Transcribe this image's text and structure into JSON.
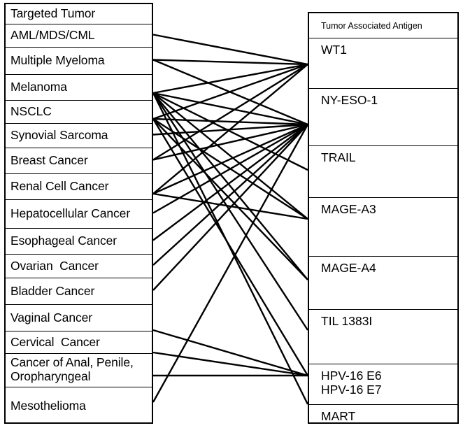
{
  "diagram": {
    "type": "bipartite-mapping",
    "title_left": "Targeted Tumor",
    "title_right": "Tumor Associated Antigen",
    "stroke_color": "#000000",
    "background_color": "#ffffff",
    "left_column": {
      "header": "Targeted Tumor",
      "items": [
        {
          "id": "aml",
          "label": "AML/MDS/CML"
        },
        {
          "id": "myeloma",
          "label": "Multiple Myeloma"
        },
        {
          "id": "melanoma",
          "label": "Melanoma"
        },
        {
          "id": "nsclc",
          "label": "NSCLC"
        },
        {
          "id": "synovial",
          "label": "Synovial Sarcoma"
        },
        {
          "id": "breast",
          "label": "Breast Cancer"
        },
        {
          "id": "renal",
          "label": "Renal Cell Cancer"
        },
        {
          "id": "hepatocellular",
          "label": "Hepatocellular Cancer"
        },
        {
          "id": "esophageal",
          "label": "Esophageal Cancer"
        },
        {
          "id": "ovarian",
          "label": "Ovarian  Cancer"
        },
        {
          "id": "bladder",
          "label": "Bladder Cancer"
        },
        {
          "id": "vaginal",
          "label": "Vaginal Cancer"
        },
        {
          "id": "cervical",
          "label": "Cervical  Cancer"
        },
        {
          "id": "anal",
          "label": "Cancer of Anal, Penile,\nOropharyngeal"
        },
        {
          "id": "mesothelioma",
          "label": "Mesothelioma"
        }
      ]
    },
    "right_column": {
      "header": "Tumor Associated Antigen",
      "items": [
        {
          "id": "wt1",
          "label": "WT1"
        },
        {
          "id": "nyeso",
          "label": "NY-ESO-1"
        },
        {
          "id": "trail",
          "label": "TRAIL"
        },
        {
          "id": "magea3",
          "label": "MAGE-A3"
        },
        {
          "id": "magea4",
          "label": "MAGE-A4"
        },
        {
          "id": "til",
          "label": "TIL 1383I"
        },
        {
          "id": "hpv",
          "label": "HPV-16 E6\nHPV-16 E7"
        },
        {
          "id": "mart",
          "label": "MART"
        }
      ]
    },
    "edges": [
      {
        "from": "aml",
        "to": "wt1"
      },
      {
        "from": "myeloma",
        "to": "wt1"
      },
      {
        "from": "myeloma",
        "to": "nyeso"
      },
      {
        "from": "melanoma",
        "to": "wt1"
      },
      {
        "from": "melanoma",
        "to": "nyeso"
      },
      {
        "from": "melanoma",
        "to": "trail"
      },
      {
        "from": "melanoma",
        "to": "magea3"
      },
      {
        "from": "melanoma",
        "to": "magea4"
      },
      {
        "from": "melanoma",
        "to": "til"
      },
      {
        "from": "melanoma",
        "to": "mart"
      },
      {
        "from": "nsclc",
        "to": "wt1"
      },
      {
        "from": "nsclc",
        "to": "nyeso"
      },
      {
        "from": "nsclc",
        "to": "magea3"
      },
      {
        "from": "nsclc",
        "to": "magea4"
      },
      {
        "from": "nsclc",
        "to": "hpv"
      },
      {
        "from": "synovial",
        "to": "nyeso"
      },
      {
        "from": "breast",
        "to": "wt1"
      },
      {
        "from": "breast",
        "to": "nyeso"
      },
      {
        "from": "renal",
        "to": "wt1"
      },
      {
        "from": "renal",
        "to": "nyeso"
      },
      {
        "from": "renal",
        "to": "magea3"
      },
      {
        "from": "hepatocellular",
        "to": "nyeso"
      },
      {
        "from": "esophageal",
        "to": "nyeso"
      },
      {
        "from": "ovarian",
        "to": "nyeso"
      },
      {
        "from": "bladder",
        "to": "nyeso"
      },
      {
        "from": "vaginal",
        "to": "hpv"
      },
      {
        "from": "cervical",
        "to": "hpv"
      },
      {
        "from": "anal",
        "to": "hpv"
      },
      {
        "from": "mesothelioma",
        "to": "nyeso"
      }
    ]
  }
}
